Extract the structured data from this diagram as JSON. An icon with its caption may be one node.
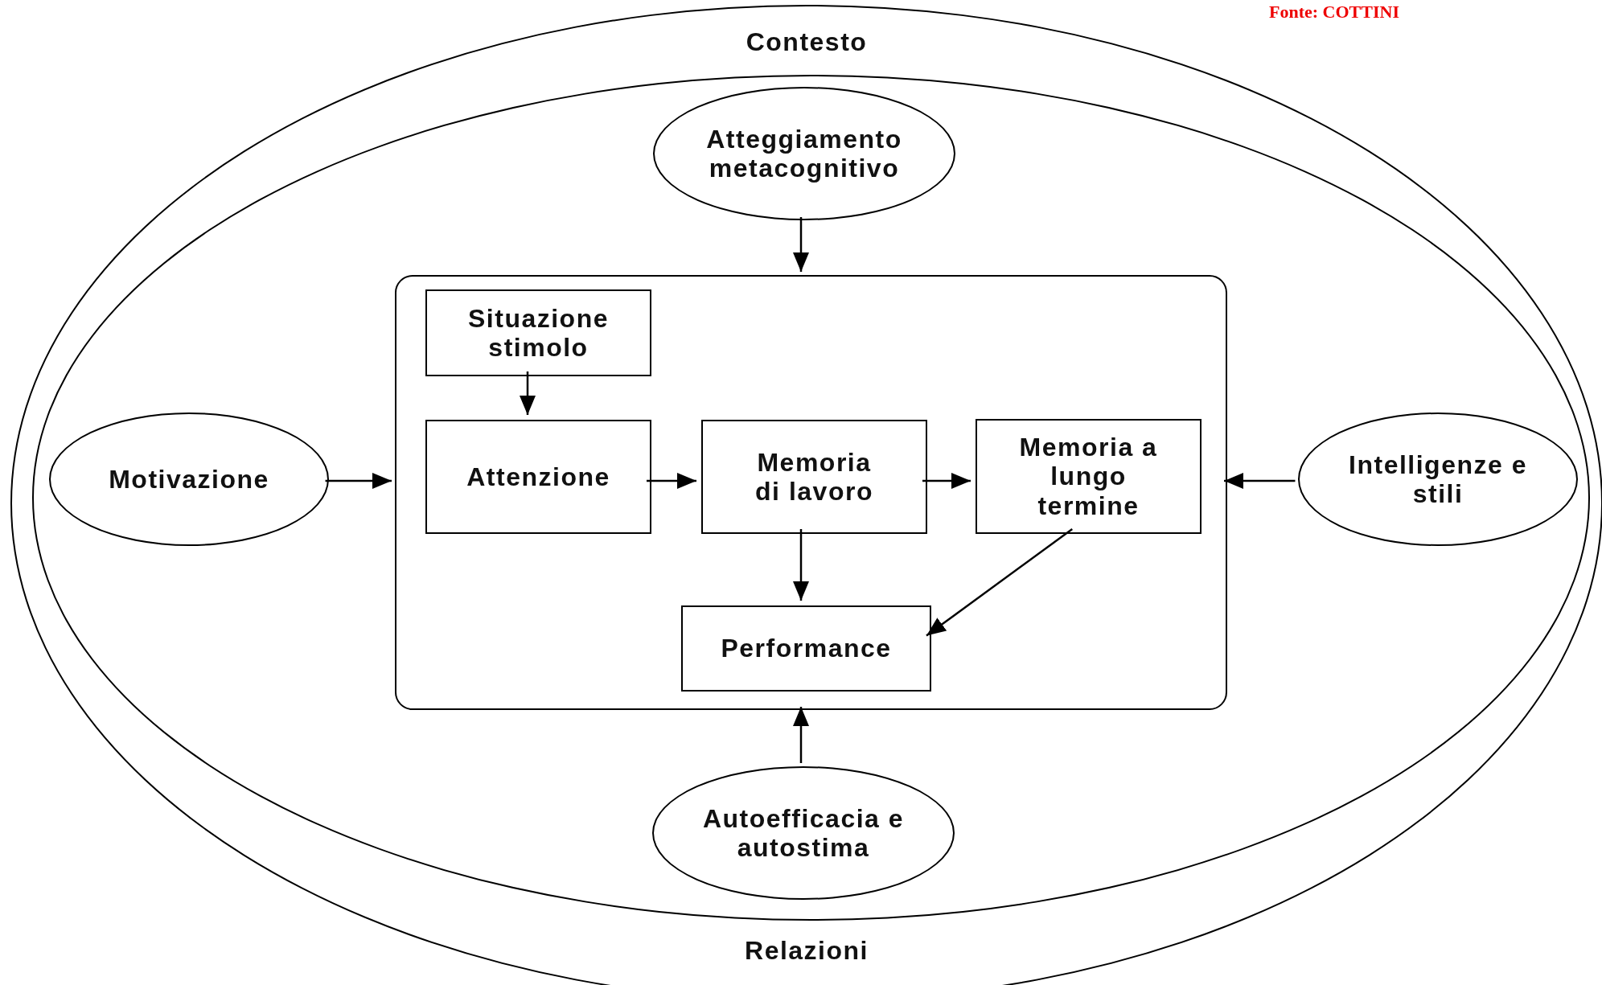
{
  "diagram": {
    "nodes": [
      {
        "text": [
          "Contesto",
          "Relazioni"
        ]
      },
      {
        "text": [],
        "shape": "ellipse",
        "in": 0
      },
      {
        "text": [
          "Atteggiamento metacognitivo"
        ],
        "in": 1
      },
      {
        "text": [
          "Motivazione"
        ],
        "in": 1
      },
      {
        "text": [],
        "shape": "box",
        "in": 1
      },
      {
        "text": [
          "Situazione stimolo"
        ],
        "in": 4
      },
      {
        "text": [
          "Attenzione"
        ],
        "in": 4
      },
      {
        "text": [
          "Memoria di lavoro"
        ],
        "in": 4
      },
      {
        "text": [
          "Memoria a lungo termine"
        ],
        "in": 4
      },
      {
        "text": [
          "Performance"
        ],
        "in": 4
      },
      {
        "text": [
          "Intelligenze e stili"
        ],
        "in": 1
      },
      {
        "text": [
          "Autoefficacia e autostima"
        ],
        "in": 1
      }
    ],
    "edges": [
      {
        "from": 2,
        "to": 4,
        "arrow": "to"
      },
      {
        "from": 3,
        "to": 4,
        "arrow": "to"
      },
      {
        "from": 5,
        "to": 6,
        "arrow": "to"
      },
      {
        "from": 6,
        "to": 7,
        "arrow": "to"
      },
      {
        "from": 7,
        "to": 8,
        "arrow": "to"
      },
      {
        "from": 7,
        "to": 9,
        "arrow": "to"
      },
      {
        "from": 8,
        "to": 9,
        "arrow": "to"
      },
      {
        "from": 10,
        "to": 4,
        "arrow": "to"
      },
      {
        "from": 11,
        "to": 4,
        "arrow": "to"
      }
    ],
    "labels": [
      "Fonte: COTTINI"
    ]
  }
}
